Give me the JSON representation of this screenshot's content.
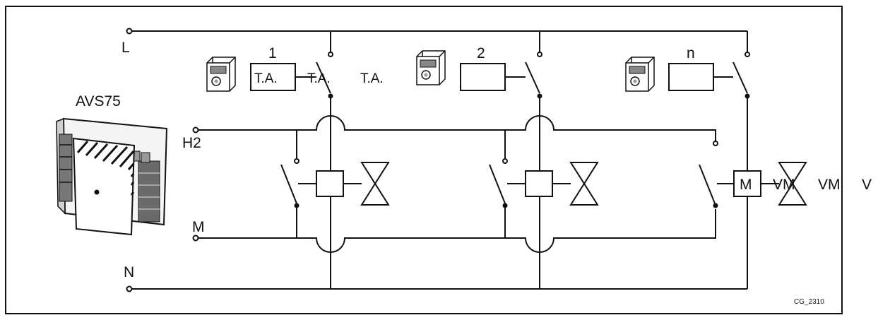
{
  "controller": {
    "model": "AVS75"
  },
  "lines": {
    "l": "L",
    "h2": "H2",
    "m": "M",
    "n": "N"
  },
  "zones": [
    {
      "number": "1",
      "room_thermostat_label": "T.A."
    },
    {
      "number": "2",
      "room_thermostat_label": ""
    },
    {
      "number": "n",
      "room_thermostat_label": "",
      "valve_motor_label": "M"
    }
  ],
  "overflow_labels": {
    "ta_a": "T.A.",
    "ta_b": "T.A.",
    "vm_a": "VM",
    "vm_b": "VM",
    "v": "V"
  },
  "drawing_code": "CG_2310",
  "icons": {
    "room_thermostat": "thermostat-device-icon",
    "controller_module": "avs75-module-icon",
    "zone_valve": "two-way-valve-icon"
  }
}
